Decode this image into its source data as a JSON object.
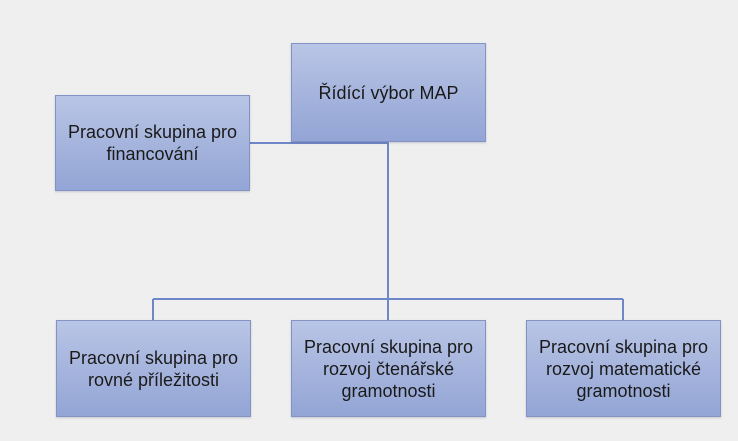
{
  "diagram": {
    "root": {
      "label": "Řídící výbor MAP"
    },
    "side": {
      "label": "Pracovní skupina pro financování"
    },
    "children": [
      {
        "label": "Pracovní skupina pro rovné příležitosti"
      },
      {
        "label": "Pracovní skupina pro rozvoj čtenářské gramotnosti"
      },
      {
        "label": "Pracovní skupina pro rozvoj matematické gramotnosti"
      }
    ]
  }
}
